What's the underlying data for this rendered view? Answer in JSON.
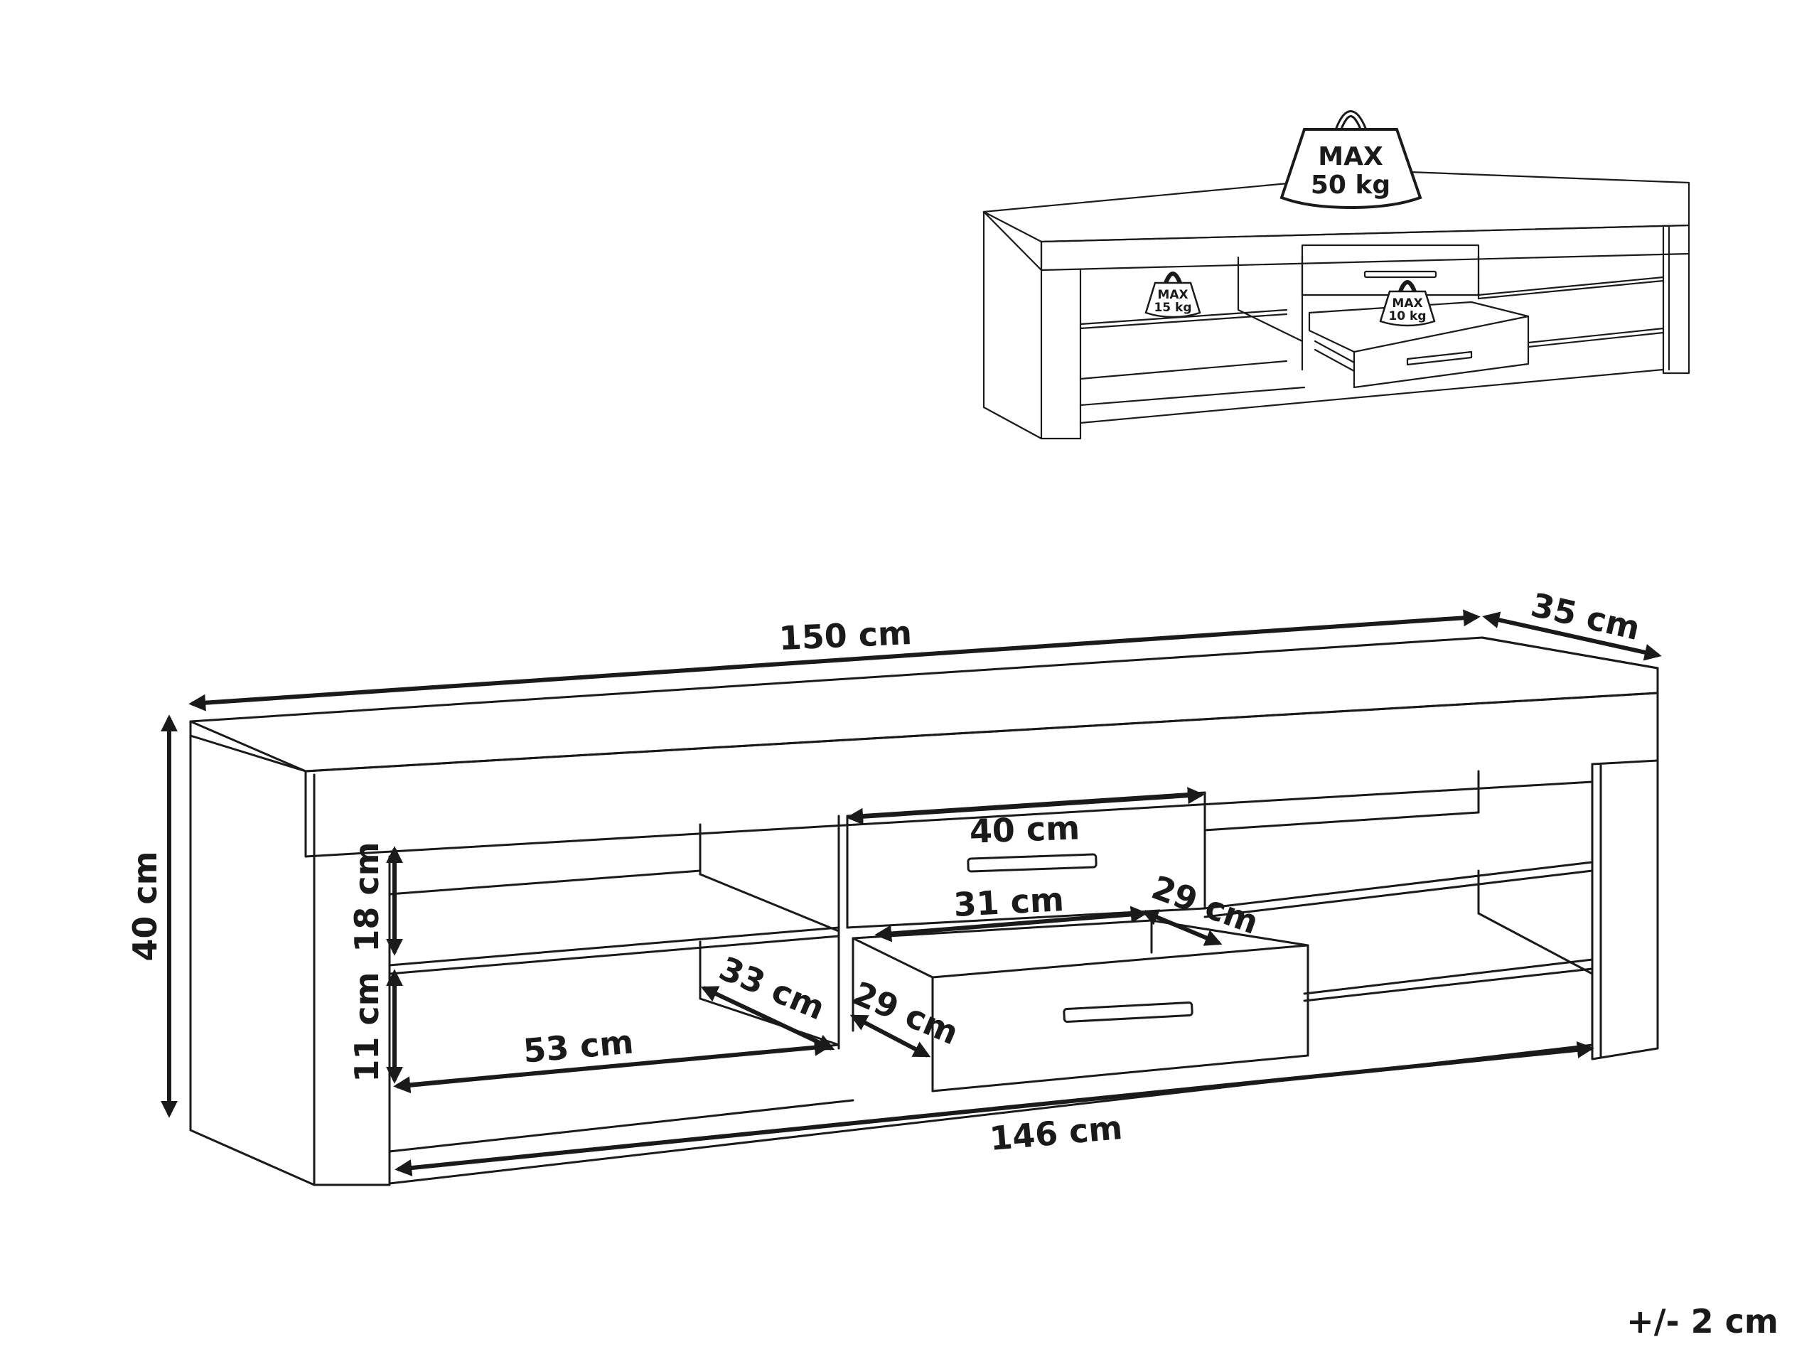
{
  "load_labels": {
    "top": {
      "line1": "MAX",
      "line2": "50 kg"
    },
    "left_shelf": {
      "line1": "MAX",
      "line2": "15 kg"
    },
    "drawer": {
      "line1": "MAX",
      "line2": "10 kg"
    }
  },
  "dimensions": {
    "overall_width": "150 cm",
    "depth": "35 cm",
    "height": "40 cm",
    "upper_compartment_height": "18 cm",
    "lower_compartment_height": "11 cm",
    "drawer_front_width": "40 cm",
    "drawer_inner_width": "31 cm",
    "drawer_inner_depth_top": "29 cm",
    "drawer_inner_depth_side": "29 cm",
    "shelf_depth": "33 cm",
    "shelf_width": "53 cm",
    "inner_width": "146 cm"
  },
  "tolerance": "+/- 2 cm",
  "colors": {
    "line": "#1a1a1a",
    "background": "#ffffff"
  }
}
